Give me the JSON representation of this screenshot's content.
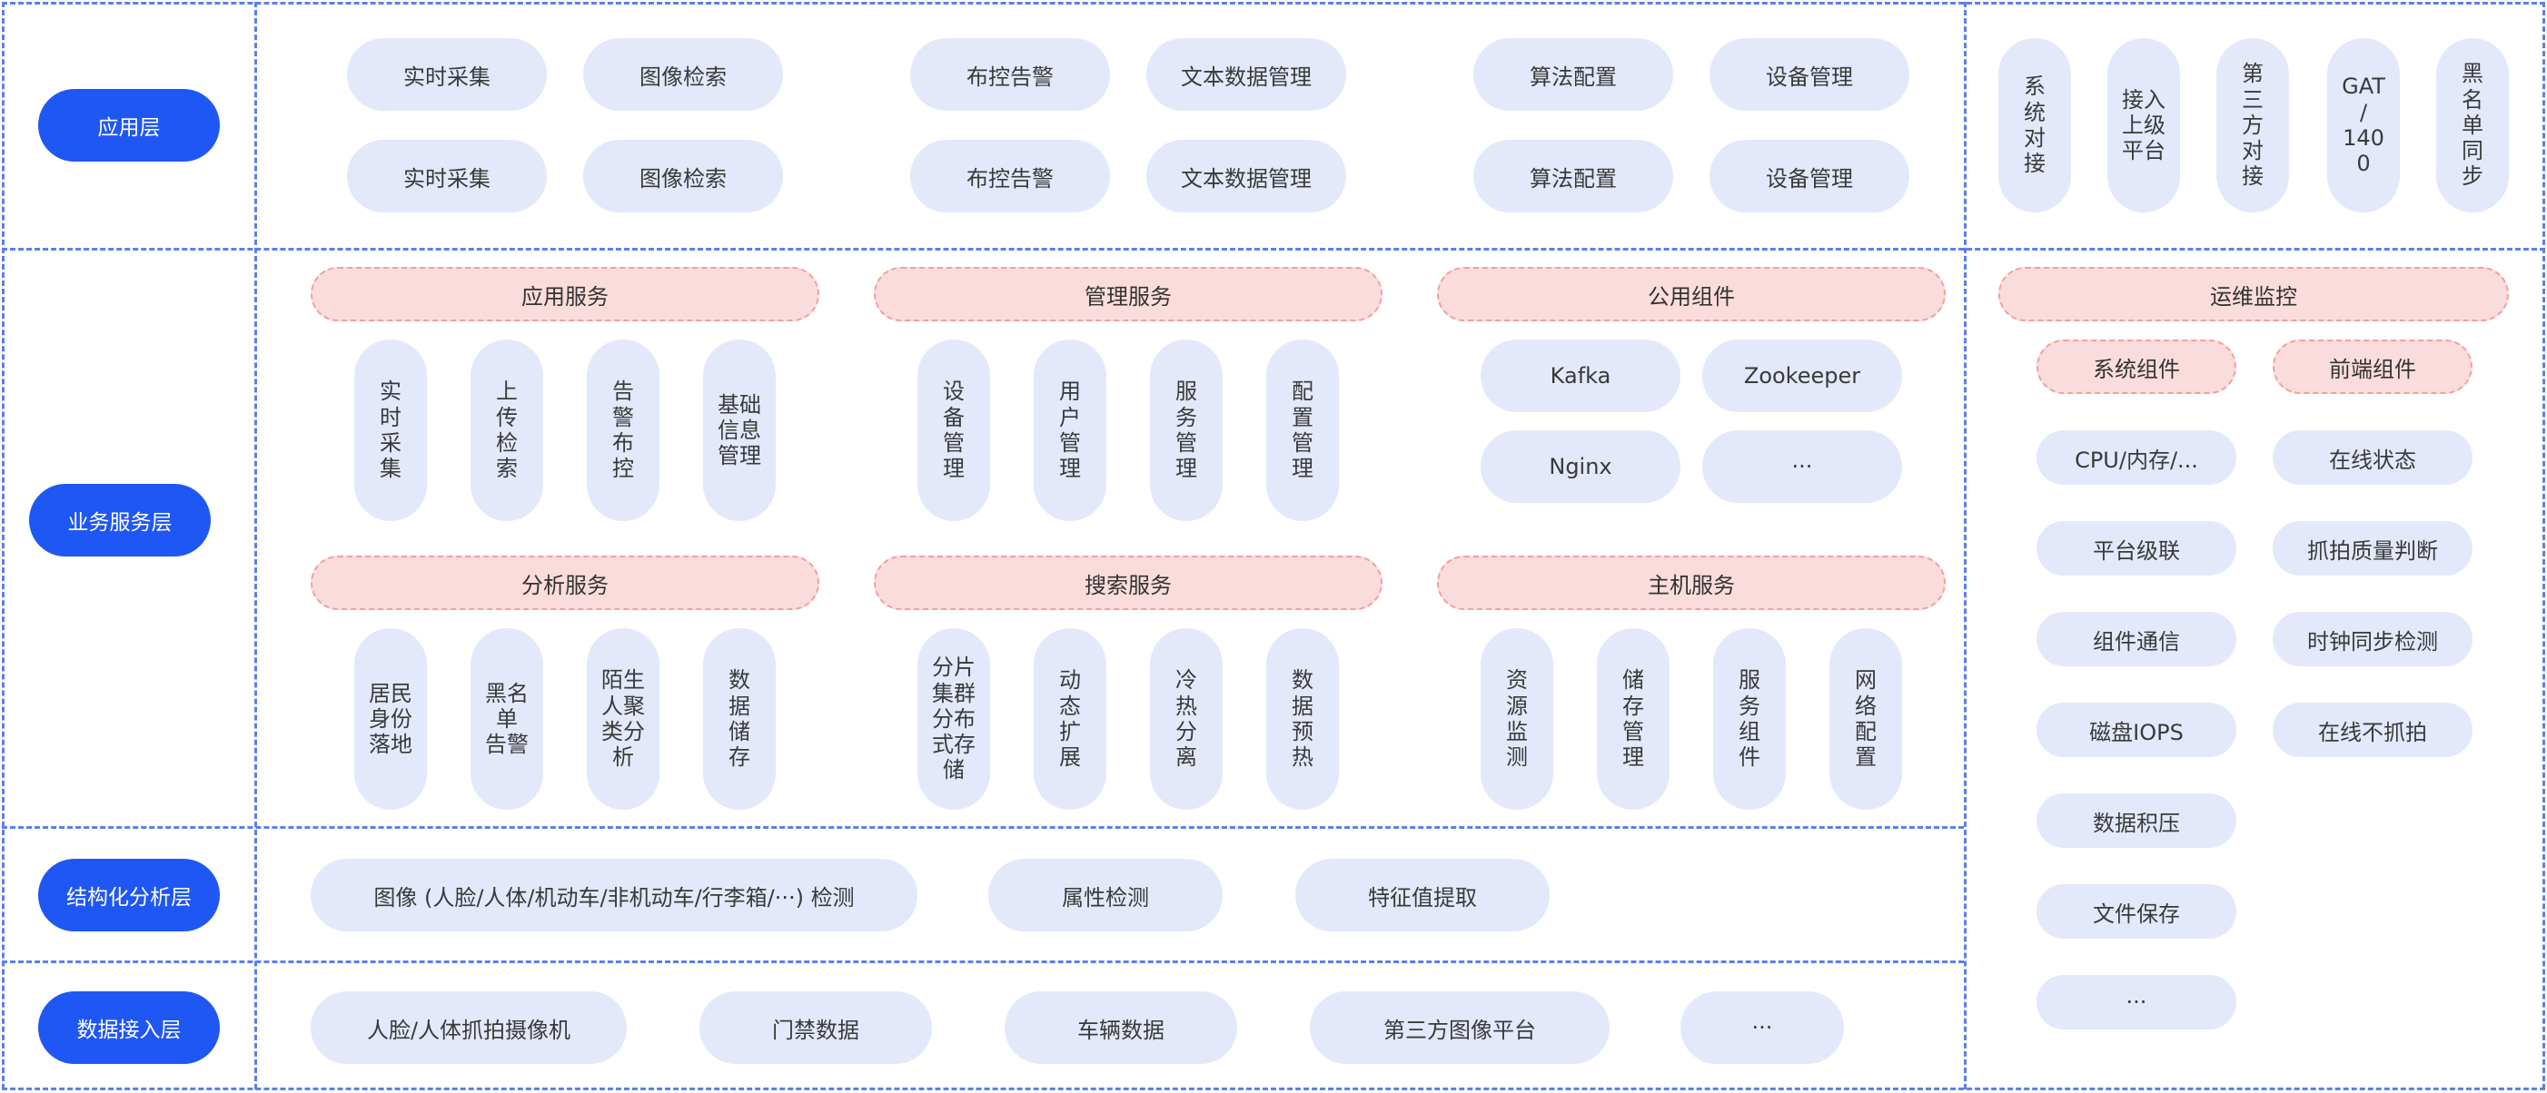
{
  "layers": {
    "app": "应用层",
    "biz": "业务服务层",
    "struct": "结构化分析层",
    "access": "数据接入层"
  },
  "app_layer": {
    "row1": [
      "实时采集",
      "图像检索",
      "布控告警",
      "文本数据管理",
      "算法配置",
      "设备管理"
    ],
    "row2": [
      "实时采集",
      "图像检索",
      "布控告警",
      "文本数据管理",
      "算法配置",
      "设备管理"
    ],
    "right": [
      "系\n统\n对\n接",
      "接入\n上级\n平台",
      "第\n三\n方\n对\n接",
      "GAT\n/\n140\n0",
      "黑\n名\n单\n同\n步"
    ]
  },
  "biz_layer": {
    "app_service": {
      "title": "应用服务",
      "items": [
        "实\n时\n采\n集",
        "上\n传\n检\n索",
        "告\n警\n布\n控",
        "基础\n信息\n管理"
      ]
    },
    "mgmt_service": {
      "title": "管理服务",
      "items": [
        "设\n备\n管\n理",
        "用\n户\n管\n理",
        "服\n务\n管\n理",
        "配\n置\n管\n理"
      ]
    },
    "public_components": {
      "title": "公用组件",
      "items": [
        "Kafka",
        "Zookeeper",
        "Nginx",
        "···"
      ]
    },
    "analysis_service": {
      "title": "分析服务",
      "items": [
        "居民\n身份\n落地",
        "黑名单\n告警",
        "陌生\n人聚\n类分\n析",
        "数\n据\n储\n存"
      ]
    },
    "search_service": {
      "title": "搜索服务",
      "items": [
        "分片\n集群\n分布\n式存\n储",
        "动\n态\n扩\n展",
        "冷\n热\n分\n离",
        "数\n据\n预\n热"
      ]
    },
    "host_service": {
      "title": "主机服务",
      "items": [
        "资\n源\n监\n测",
        "储\n存\n管\n理",
        "服\n务\n组\n件",
        "网\n络\n配\n置"
      ]
    }
  },
  "ops": {
    "title": "运维监控",
    "system_title": "系统组件",
    "frontend_title": "前端组件",
    "system_items": [
      "CPU/内存/...",
      "平台级联",
      "组件通信",
      "磁盘IOPS",
      "数据积压",
      "文件保存",
      "···"
    ],
    "frontend_items": [
      "在线状态",
      "抓拍质量判断",
      "时钟同步检测",
      "在线不抓拍"
    ]
  },
  "struct_layer": [
    "图像 (人脸/人体/机动车/非机动车/行李箱/···) 检测",
    "属性检测",
    "特征值提取"
  ],
  "access_layer": [
    "人脸/人体抓拍摄像机",
    "门禁数据",
    "车辆数据",
    "第三方图像平台",
    "···"
  ]
}
